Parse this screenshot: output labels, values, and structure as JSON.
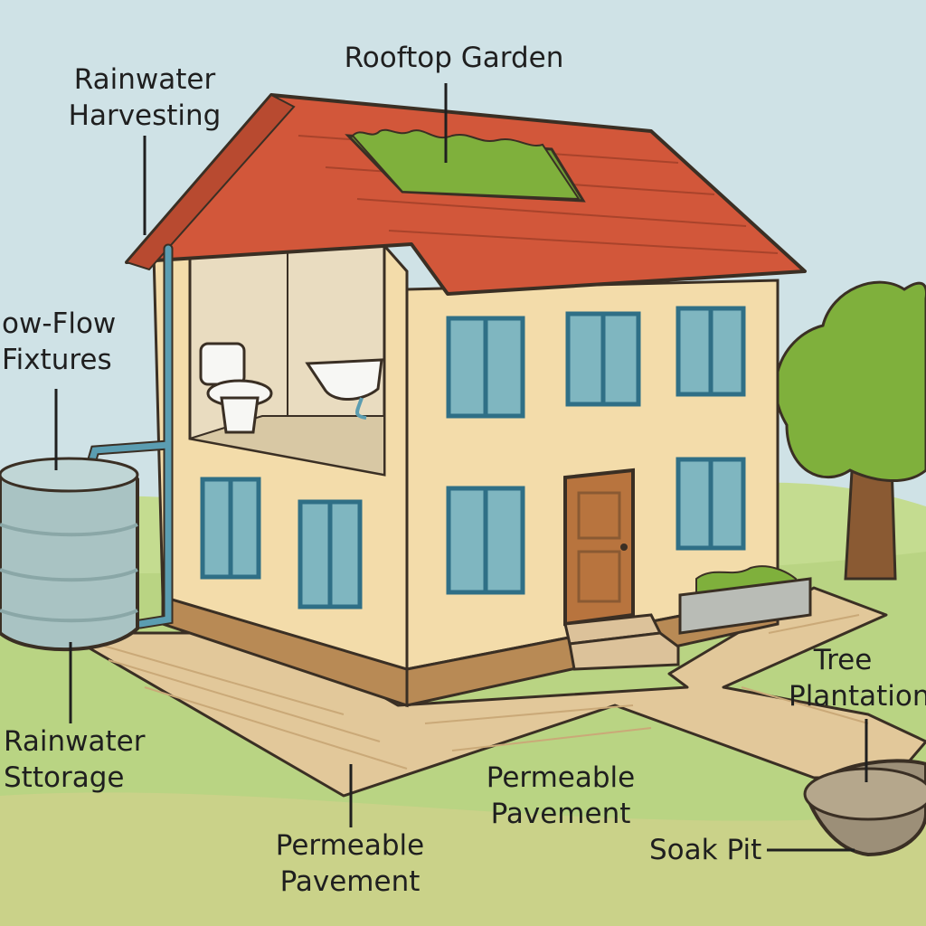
{
  "labels": {
    "rooftop_garden": "Rooftop Garden",
    "rainwater_harvesting": [
      "Rainwater",
      "Harvesting"
    ],
    "low_flow_fixtures": [
      "ow-Flow",
      "Fixtures"
    ],
    "rainwater_storage": [
      "Rainwater",
      "Sttorage"
    ],
    "permeable_pavement_center": [
      "Permeable",
      "Pavement"
    ],
    "permeable_pavement_bottom": [
      "Permeable",
      "Pavement"
    ],
    "tree_plantation": [
      "Tree",
      "Plantation"
    ],
    "soak_pit": "Soak Pit"
  },
  "colors": {
    "sky": "#cfe2e6",
    "grass": "#b9d483",
    "roof": "#d2573a",
    "wall": "#f3dcaa",
    "wall_shadow": "#e6c994",
    "window_glass": "#7fb6c0",
    "window_frame": "#2f6f86",
    "door": "#b8743e",
    "pavement": "#e2c89a",
    "tank": "#a9c3c3",
    "pipe": "#5b9db1",
    "tree_foliage": "#7fb03c",
    "tree_trunk": "#8a5a33",
    "soak_pit_fill": "#9c8f78"
  }
}
